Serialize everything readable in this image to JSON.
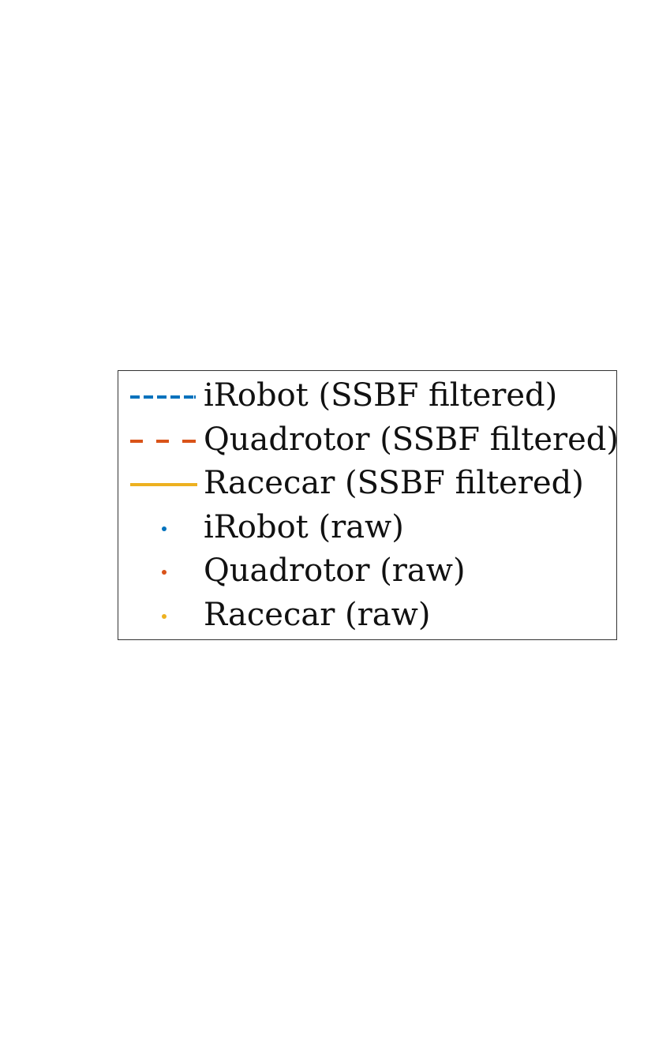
{
  "chart_data": {
    "type": "line",
    "legend": {
      "entries": [
        {
          "label": "iRobot (SSBF filtered)",
          "color": "#0072BD",
          "style": "dotted-dash",
          "marker": "none"
        },
        {
          "label": "Quadrotor (SSBF filtered)",
          "color": "#D95319",
          "style": "dashed",
          "marker": "none"
        },
        {
          "label": "Racecar (SSBF filtered)",
          "color": "#EDB120",
          "style": "solid",
          "marker": "none"
        },
        {
          "label": "iRobot (raw)",
          "color": "#0072BD",
          "style": "none",
          "marker": "dot"
        },
        {
          "label": "Quadrotor (raw)",
          "color": "#D95319",
          "style": "none",
          "marker": "dot"
        },
        {
          "label": "Racecar (raw)",
          "color": "#EDB120",
          "style": "none",
          "marker": "dot"
        }
      ]
    }
  }
}
